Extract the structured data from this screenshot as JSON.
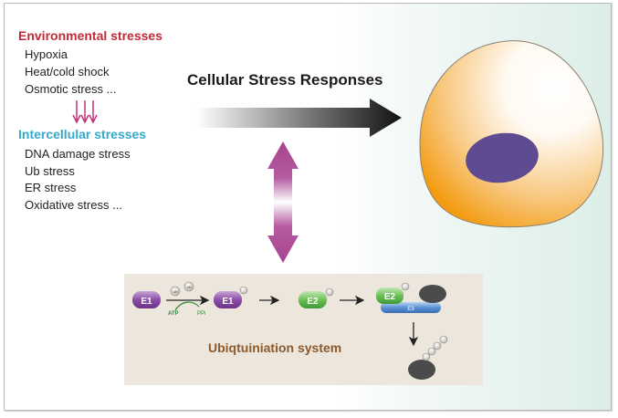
{
  "environmental": {
    "title": "Environmental stresses",
    "items": [
      "Hypoxia",
      "Heat/cold shock",
      "Osmotic stress ..."
    ]
  },
  "intracellular": {
    "title": "Intercellular stresses",
    "items": [
      "DNA damage stress",
      "Ub stress",
      "ER stress",
      "Oxidative stress ..."
    ]
  },
  "main_title": "Cellular Stress Responses",
  "ubiquitination": {
    "label": "Ubiqtuiniation system",
    "enzymes": {
      "e1": "E1",
      "e2": "E2",
      "e3": "E3"
    },
    "ub": "Ub",
    "atp": "ATP",
    "ppi": "PPi"
  },
  "colors": {
    "env_title": "#c02a3a",
    "intra_title": "#35a9c9",
    "arrow_magenta": "#b0418f",
    "cell_orange": "#f5a623",
    "nucleus": "#5e4b91",
    "e1": "#8b4ea6",
    "e2": "#5cb84a",
    "e3": "#4a84c9",
    "substrate": "#4b4b4b",
    "ub_label": "#8a5a2c"
  }
}
